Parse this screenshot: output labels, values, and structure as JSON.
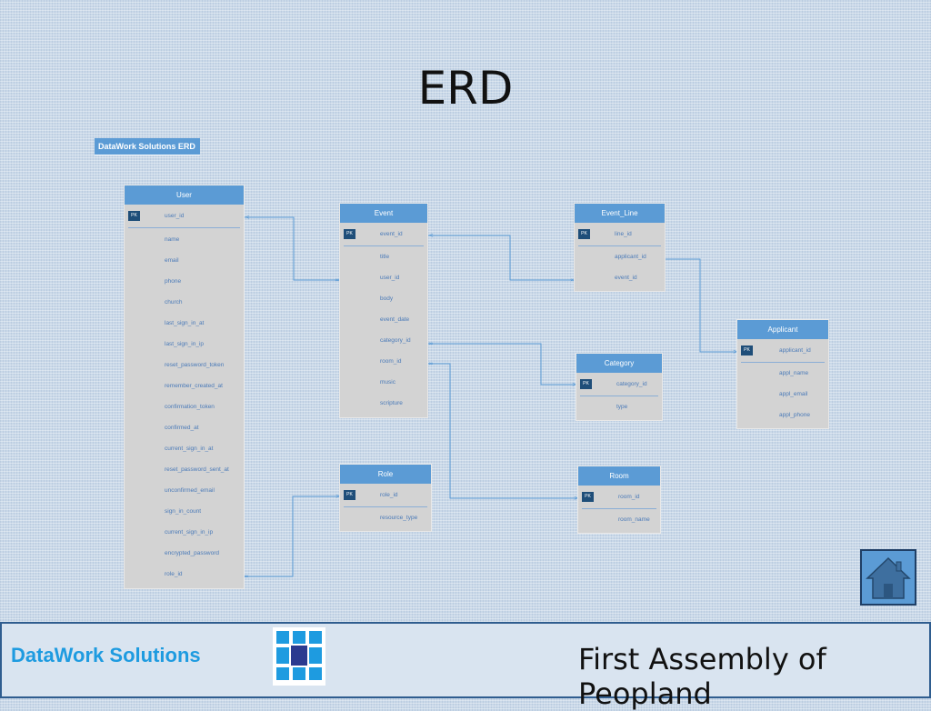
{
  "slide": {
    "title": "ERD",
    "tag": "DataWork Solutions ERD"
  },
  "entities": {
    "user": {
      "name": "User",
      "pk_label": "PK",
      "pk": "user_id",
      "fields": [
        "name",
        "email",
        "phone",
        "church",
        "last_sign_in_at",
        "last_sign_in_ip",
        "reset_password_token",
        "remember_created_at",
        "confirmation_token",
        "confirmed_at",
        "current_sign_in_at",
        "reset_password_sent_at",
        "unconfirmed_email",
        "sign_in_count",
        "current_sign_in_ip",
        "encrypted_password",
        "role_id"
      ]
    },
    "event": {
      "name": "Event",
      "pk_label": "PK",
      "pk": "event_id",
      "fields": [
        "title",
        "user_id",
        "body",
        "event_date",
        "category_id",
        "room_id",
        "music",
        "scripture"
      ]
    },
    "event_line": {
      "name": "Event_Line",
      "pk_label": "PK",
      "pk": "line_id",
      "fields": [
        "applicant_id",
        "event_id"
      ]
    },
    "applicant": {
      "name": "Applicant",
      "pk_label": "PK",
      "pk": "applicant_id",
      "fields": [
        "appl_name",
        "appl_email",
        "appl_phone"
      ]
    },
    "category": {
      "name": "Category",
      "pk_label": "PK",
      "pk": "category_id",
      "fields": [
        "type"
      ]
    },
    "role": {
      "name": "Role",
      "pk_label": "PK",
      "pk": "role_id",
      "fields": [
        "resource_type"
      ]
    },
    "room": {
      "name": "Room",
      "pk_label": "PK",
      "pk": "room_id",
      "fields": [
        "room_name"
      ]
    }
  },
  "footer": {
    "brand": "DataWork Solutions",
    "church": "First Assembly of Peopland"
  },
  "colors": {
    "header": "#5b9bd5",
    "pk_badge": "#1f4e79",
    "connector": "#5b9bd5",
    "brand": "#1e9be0"
  },
  "icons": {
    "home": "home-icon",
    "logo": "datawork-logo-icon"
  }
}
